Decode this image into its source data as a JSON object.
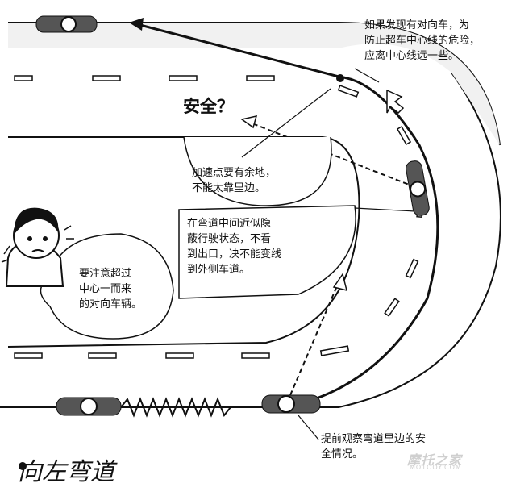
{
  "title": "向左弯道",
  "labels": {
    "safe_question": "安全？",
    "top_right_note": "如果发现有对向车，为\n防止超车中心线的危险，\n应离中心线远一些。",
    "accel_note": "加速点要有余地，\n不能太靠里边。",
    "middle_note": "在弯道中间近似隐\n蔽行驶状态，不看\n到出口，决不能变线\n到外侧车道。",
    "rider_note": "要注意超过\n中心一而来\n的对向车辆。",
    "bottom_note": "提前观察弯道里边的安\n全情况。"
  },
  "watermark": {
    "main": "摩托之家",
    "sub": "MOTOOY.COM"
  },
  "icons": [
    "motorcycle-icon",
    "worried-rider-icon",
    "spring-icon",
    "arrow-icon"
  ]
}
